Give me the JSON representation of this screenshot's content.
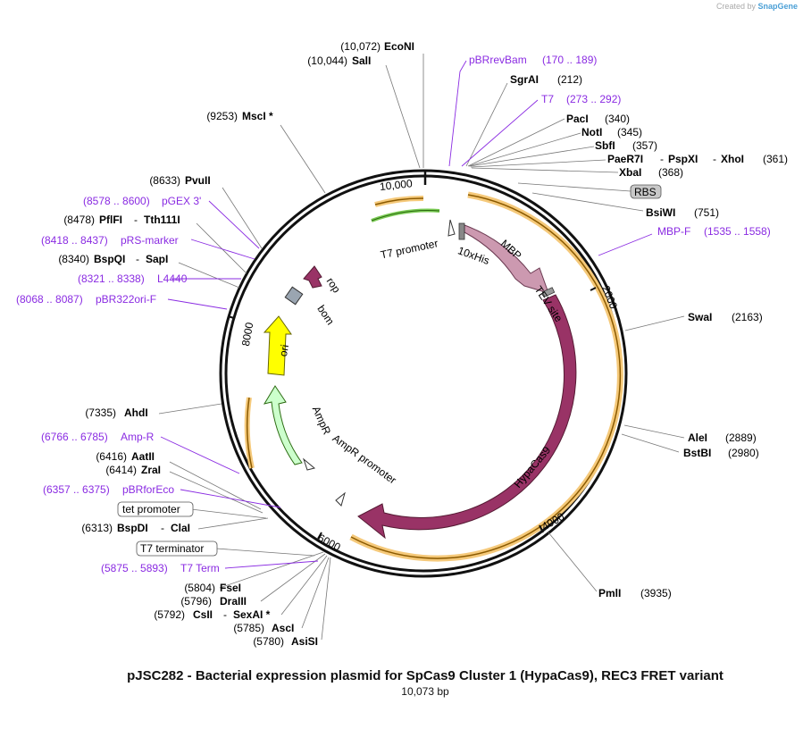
{
  "header": {
    "credit_prefix": "Created by",
    "credit_brand": "SnapGene"
  },
  "plasmid": {
    "title": "pJSC282 - Bacterial expression plasmid for SpCas9 Cluster 1 (HypaCas9), REC3 FRET variant",
    "length": "10,073 bp",
    "ticks": [
      "10,000",
      "2000",
      "4000",
      "6000",
      "8000"
    ]
  },
  "sites": [
    {
      "pos": "(10,072)",
      "name": "EcoNI"
    },
    {
      "pos": "(10,044)",
      "name": "SalI"
    },
    {
      "pos": "(9253)",
      "name": "MscI *"
    },
    {
      "pos": "(8633)",
      "name": "PvuII"
    },
    {
      "pos": "(8478)",
      "name": "PflFI",
      "name2": "Tth111I"
    },
    {
      "pos": "(8340)",
      "name": "BspQI",
      "name2": "SapI"
    },
    {
      "pos": "(7335)",
      "name": "AhdI"
    },
    {
      "pos": "(6416)",
      "name": "AatII"
    },
    {
      "pos": "(6414)",
      "name": "ZraI"
    },
    {
      "pos": "(6313)",
      "name": "BspDI",
      "name2": "ClaI"
    },
    {
      "pos": "(5804)",
      "name": "FseI"
    },
    {
      "pos": "(5796)",
      "name": "DraIII"
    },
    {
      "pos": "(5792)",
      "name": "CsII",
      "name2": "SexAI *"
    },
    {
      "pos": "(5785)",
      "name": "AscI"
    },
    {
      "pos": "(5780)",
      "name": "AsiSI"
    },
    {
      "pos": "(212)",
      "name": "SgrAI"
    },
    {
      "pos": "(340)",
      "name": "PacI"
    },
    {
      "pos": "(345)",
      "name": "NotI"
    },
    {
      "pos": "(357)",
      "name": "SbfI"
    },
    {
      "pos": "(361)",
      "name": "PaeR7I",
      "name2": "PspXI",
      "name3": "XhoI"
    },
    {
      "pos": "(368)",
      "name": "XbaI"
    },
    {
      "pos": "(751)",
      "name": "BsiWI"
    },
    {
      "pos": "(2163)",
      "name": "SwaI"
    },
    {
      "pos": "(2889)",
      "name": "AleI"
    },
    {
      "pos": "(2980)",
      "name": "BstBI"
    },
    {
      "pos": "(3935)",
      "name": "PmlI"
    }
  ],
  "primers": [
    {
      "name": "pBRrevBam",
      "range": "(170 .. 189)"
    },
    {
      "name": "T7",
      "range": "(273 .. 292)"
    },
    {
      "name": "MBP-F",
      "range": "(1535 .. 1558)"
    },
    {
      "name": "pGEX 3'",
      "range": "(8578 .. 8600)"
    },
    {
      "name": "pRS-marker",
      "range": "(8418 .. 8437)"
    },
    {
      "name": "L4440",
      "range": "(8321 .. 8338)"
    },
    {
      "name": "pBR322ori-F",
      "range": "(8068 .. 8087)"
    },
    {
      "name": "Amp-R",
      "range": "(6766 .. 6785)"
    },
    {
      "name": "pBRforEco",
      "range": "(6357 .. 6375)"
    },
    {
      "name": "T7 Term",
      "range": "(5875 .. 5893)"
    }
  ],
  "boxed_features": {
    "rbs": "RBS",
    "tet_promoter": "tet promoter",
    "t7_terminator": "T7 terminator"
  },
  "features": {
    "t7_promoter": "T7 promoter",
    "his_tag": "10xHis",
    "mbp": "MBP",
    "tev_site": "TEV site",
    "hypacas9": "HypaCas9",
    "ampr_promoter": "AmpR promoter",
    "ampr": "AmpR",
    "ori": "ori",
    "bom": "bom",
    "rop": "rop"
  },
  "colors": {
    "primer": "#8a2be2",
    "mbp": "#cc99b0",
    "hypacas9": "#993366",
    "ampr": "#ccffcc",
    "ori": "#ffff00",
    "rop": "#993366",
    "orf": "#f5c97a",
    "bom": "#9aa5b1"
  }
}
